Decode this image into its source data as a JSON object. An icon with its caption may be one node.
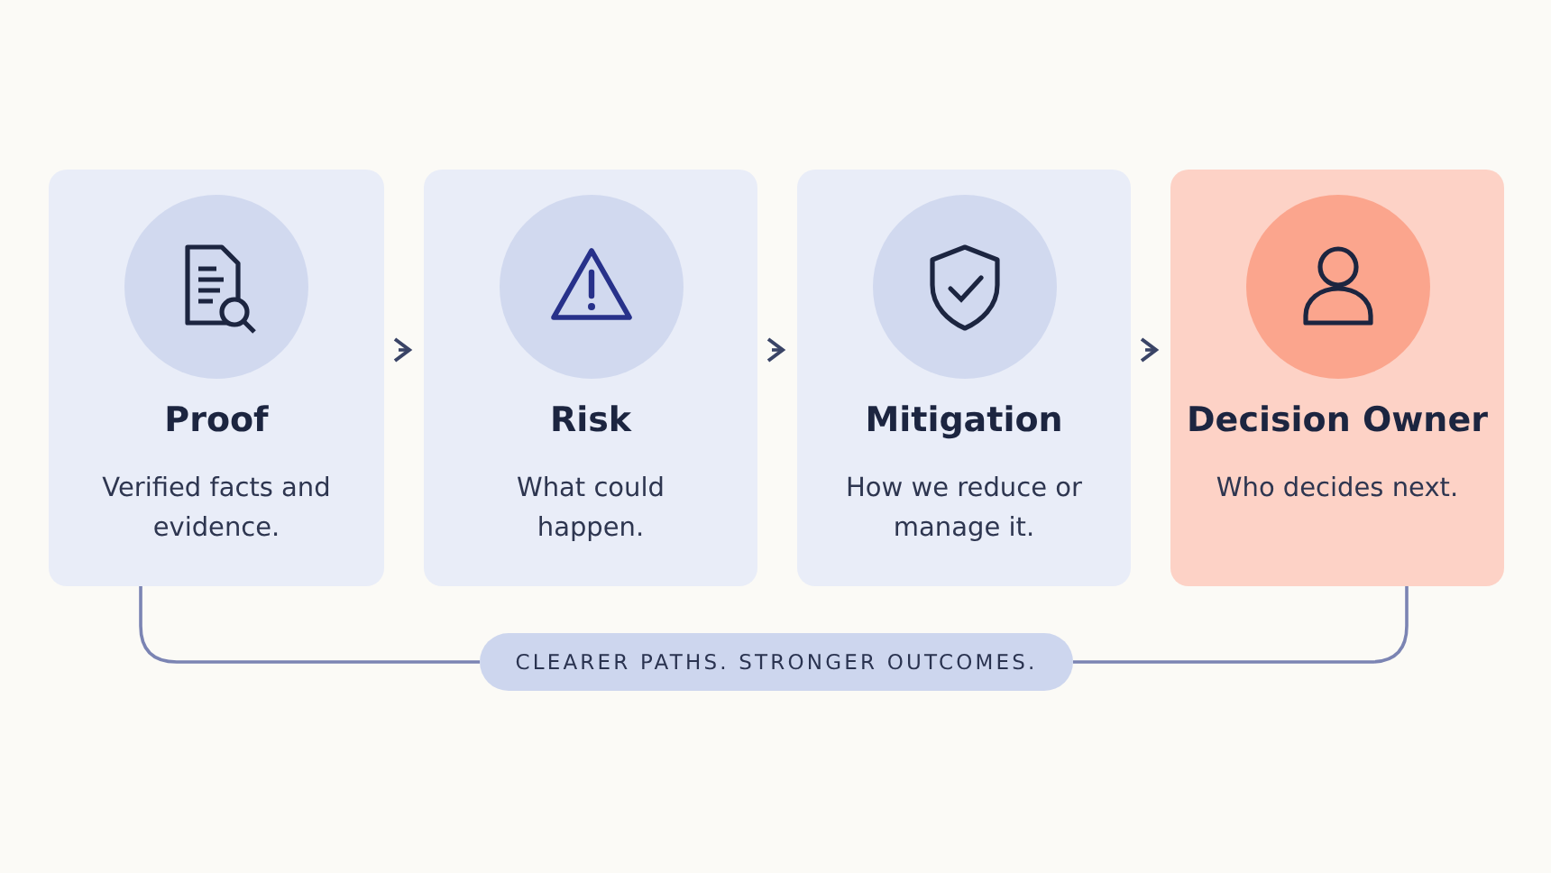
{
  "diagram": {
    "nodes": [
      {
        "text": [
          "Proof",
          "Verified facts and evidence."
        ]
      },
      {
        "text": [
          "Risk",
          "What could happen."
        ]
      },
      {
        "text": [
          "Mitigation",
          "How we reduce or manage it."
        ]
      },
      {
        "text": [
          "Decision Owner",
          "Who decides next."
        ]
      },
      {
        "text": [
          "CLEARER PATHS. STRONGER OUTCOMES."
        ]
      }
    ],
    "edges": [
      {
        "from": 0,
        "to": 1,
        "arrow": "to"
      },
      {
        "from": 1,
        "to": 2,
        "arrow": "to"
      },
      {
        "from": 2,
        "to": 3,
        "arrow": "to"
      },
      {
        "from": 0,
        "to": 4,
        "arrow": "none"
      },
      {
        "from": 3,
        "to": 4,
        "arrow": "none"
      }
    ]
  }
}
